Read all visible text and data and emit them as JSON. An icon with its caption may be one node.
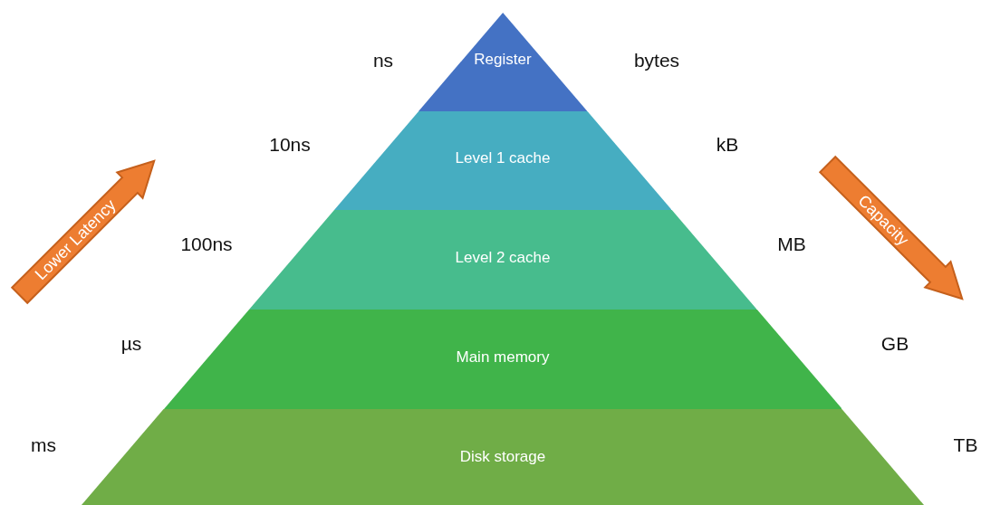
{
  "diagram": {
    "nodes": [
      {
        "text": [
          "Register"
        ],
        "beside": [
          "ns",
          "bytes"
        ]
      },
      {
        "text": [
          "Level 1 cache"
        ],
        "beside": [
          "10ns",
          "kB"
        ]
      },
      {
        "text": [
          "Level 2 cache"
        ],
        "beside": [
          "100ns",
          "MB"
        ]
      },
      {
        "text": [
          "Main memory"
        ],
        "beside": [
          "µs",
          "GB"
        ]
      },
      {
        "text": [
          "Disk storage"
        ],
        "beside": [
          "ms",
          "TB"
        ]
      },
      {
        "text": [
          "Lower Latency"
        ]
      },
      {
        "text": [
          "Capacity"
        ]
      }
    ]
  }
}
